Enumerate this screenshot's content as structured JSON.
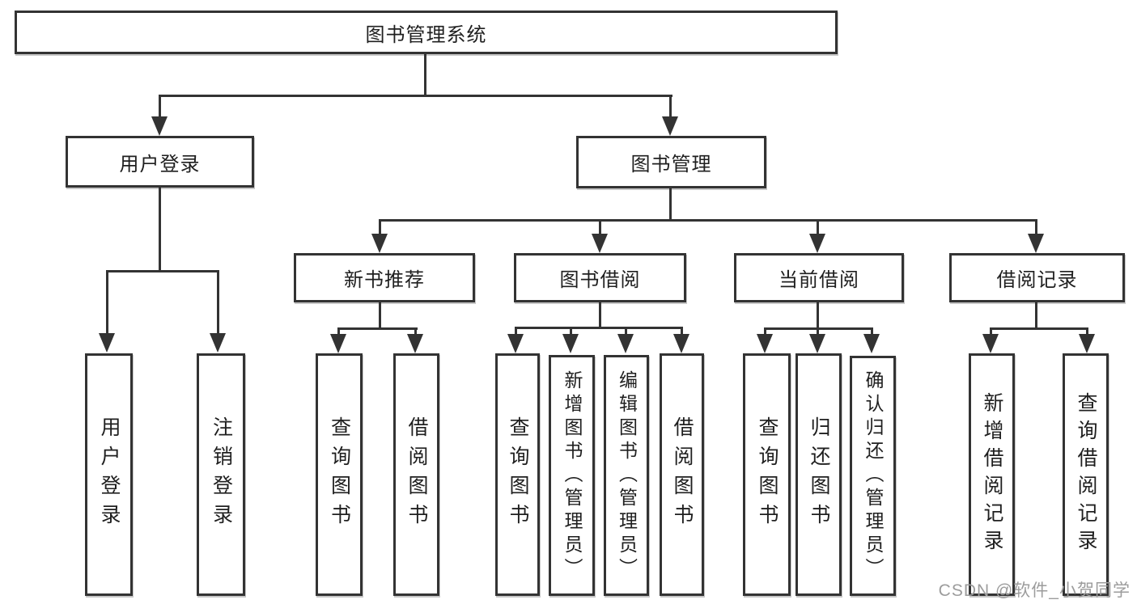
{
  "diagram": {
    "root": {
      "label": "图书管理系统"
    },
    "branches": [
      {
        "label": "用户登录",
        "children": [
          {
            "label": "用户登录"
          },
          {
            "label": "注销登录"
          }
        ]
      },
      {
        "label": "图书管理",
        "children": [
          {
            "label": "新书推荐",
            "children": [
              {
                "label": "查询图书"
              },
              {
                "label": "借阅图书"
              }
            ]
          },
          {
            "label": "图书借阅",
            "children": [
              {
                "label": "查询图书"
              },
              {
                "label": "新增图书（管理员）"
              },
              {
                "label": "编辑图书（管理员）"
              },
              {
                "label": "借阅图书"
              }
            ]
          },
          {
            "label": "当前借阅",
            "children": [
              {
                "label": "查询图书"
              },
              {
                "label": "归还图书"
              },
              {
                "label": "确认归还（管理员）"
              }
            ]
          },
          {
            "label": "借阅记录",
            "children": [
              {
                "label": "新增借阅记录"
              },
              {
                "label": "查询借阅记录"
              }
            ]
          }
        ]
      }
    ]
  },
  "watermark": {
    "text": "CSDN @软件_小贺同学",
    "color": "#9c9c9c"
  },
  "colors": {
    "line": "#333333",
    "box_border": "#333333",
    "text": "#1f1f1f",
    "background": "#ffffff"
  }
}
